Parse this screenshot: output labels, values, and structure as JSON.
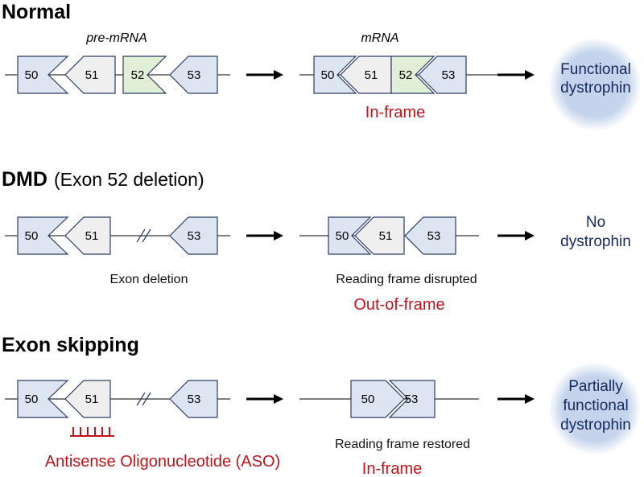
{
  "colors": {
    "exon_blue": "#dde5f3",
    "exon_grey": "#efefef",
    "exon_green": "#e0efd6",
    "exon_stroke": "#2b3d64",
    "frame_red": "#c0141c",
    "protein_fill": "#c5d4ec",
    "protein_text": "#152a5c"
  },
  "icons": {
    "arrow": "right-arrow-icon",
    "break": "double-slash-break-icon",
    "aso": "aso-comb-icon",
    "protein": "protein-blob-icon"
  },
  "normal": {
    "title": "Normal",
    "pre_label": "pre-mRNA",
    "mrna_label": "mRNA",
    "pre_exons": [
      "50",
      "51",
      "52",
      "53"
    ],
    "mrna_exons": [
      "50",
      "51",
      "52",
      "53"
    ],
    "frame": "In-frame",
    "protein": [
      "Functional",
      "dystrophin"
    ]
  },
  "dmd": {
    "title": "DMD",
    "title_sub": "(Exon 52 deletion)",
    "pre_exons": [
      "50",
      "51",
      "53"
    ],
    "mrna_exons": [
      "50",
      "51",
      "53"
    ],
    "pre_caption": "Exon deletion",
    "mrna_caption": "Reading frame disrupted",
    "frame": "Out-of-frame",
    "protein": [
      "No",
      "dystrophin"
    ]
  },
  "skipping": {
    "title": "Exon skipping",
    "pre_exons": [
      "50",
      "51",
      "53"
    ],
    "mrna_exons": [
      "50",
      "53"
    ],
    "aso_label": "Antisense Oligonucleotide (ASO)",
    "mrna_caption": "Reading frame restored",
    "frame": "In-frame",
    "protein": [
      "Partially",
      "functional",
      "dystrophin"
    ]
  }
}
